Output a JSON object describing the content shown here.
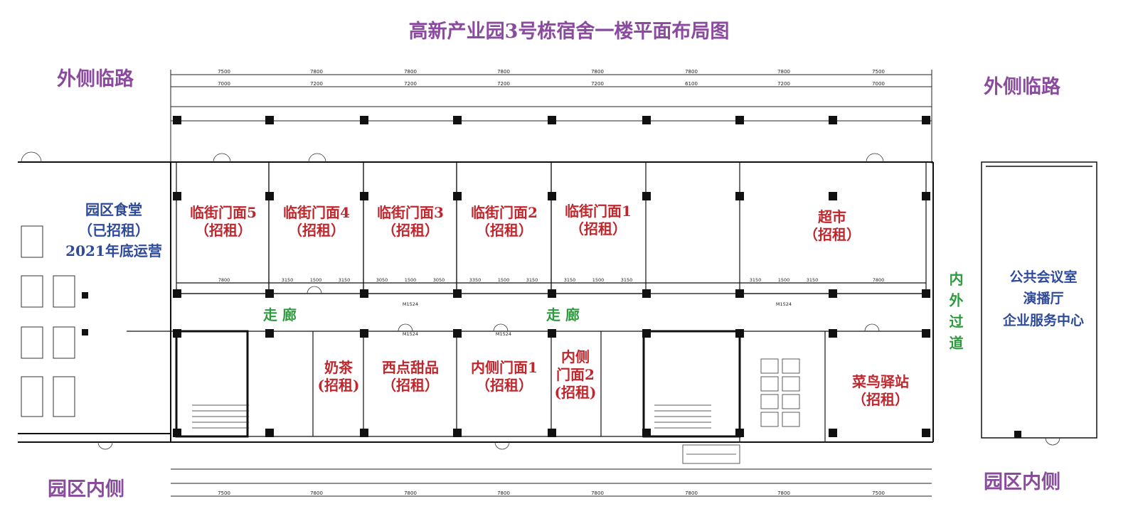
{
  "title": "高新产业园3号栋宿舍一楼平面布局图",
  "edges": {
    "outer_left": "外侧临路",
    "outer_right": "外侧临路",
    "inner_left": "园区内侧",
    "inner_right": "园区内侧"
  },
  "canteen": {
    "line1": "园区食堂",
    "line2": "（已招租）",
    "line3": "2021年底运营"
  },
  "street_shops": [
    {
      "name": "临街门面5",
      "status": "（招租）"
    },
    {
      "name": "临街门面4",
      "status": "（招租）"
    },
    {
      "name": "临街门面3",
      "status": "（招租）"
    },
    {
      "name": "临街门面2",
      "status": "（招租）"
    },
    {
      "name": "临街门面1",
      "status": "（招租）"
    }
  ],
  "supermarket": {
    "name": "超市",
    "status": "（招租）"
  },
  "corridor": "走 廊",
  "inner_shops": [
    {
      "name": "奶茶",
      "status": "(招租)"
    },
    {
      "name": "西点甜品",
      "status": "（招租）"
    },
    {
      "name": "内侧门面1",
      "status": "（招租）"
    },
    {
      "name": "内侧",
      "name2": "门面2",
      "status": "(招租)"
    }
  ],
  "cainiao": {
    "name": "菜鸟驿站",
    "status": "（招租）"
  },
  "passage": "内外过道",
  "public_center": {
    "line1": "公共会议室",
    "line2": "演播厅",
    "line3": "企业服务中心"
  },
  "dims": {
    "top_row1": [
      "7500",
      "7800",
      "7800",
      "7800",
      "7800",
      "7800",
      "7800",
      "7500"
    ],
    "top_row2": [
      "7000",
      "7200",
      "7200",
      "7200",
      "7200",
      "6100",
      "7200",
      "7000"
    ],
    "bottom_row": [
      "7500",
      "7800",
      "7800",
      "7800",
      "7800",
      "7800",
      "7800",
      "7500"
    ],
    "door_mark": "M1524",
    "mid_row": [
      "7800",
      "3150",
      "1500",
      "3150",
      "3050",
      "1500",
      "3050",
      "3350",
      "1500",
      "3150",
      "3150",
      "1500",
      "3150",
      "3150",
      "1500",
      "3150",
      "7800"
    ]
  },
  "colors": {
    "title": "#8a4a9e",
    "room": "#c0272d",
    "info": "#2e4a9a",
    "corridor": "#2e9a3e"
  }
}
